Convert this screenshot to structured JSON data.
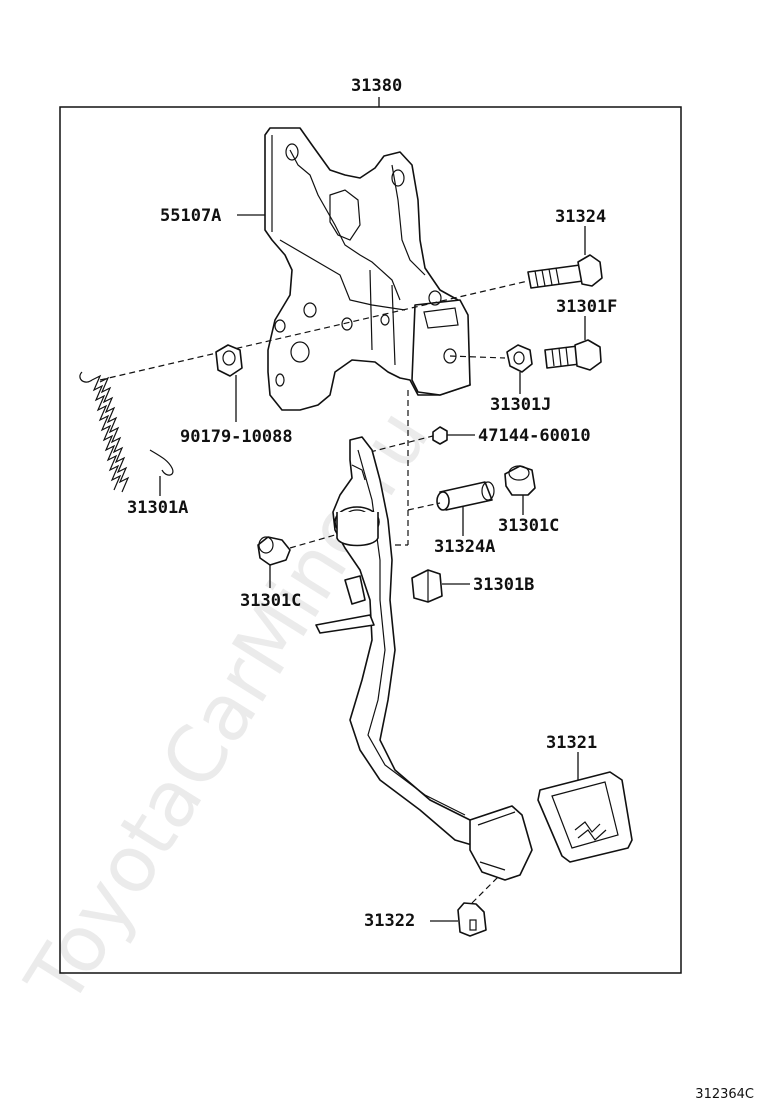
{
  "diagram": {
    "assembly_label": "31380",
    "reference_code": "312364C",
    "watermark": "ToyotaCarMine.ru"
  },
  "labels": {
    "bracket": "55107A",
    "bolt": "31324",
    "bolt_flange": "31301F",
    "nut": "31301J",
    "collar_nut": "90179-10088",
    "clip_nut": "47144-60010",
    "spring": "31301A",
    "bushing_right": "31301C",
    "collar": "31324A",
    "bushing_left": "31301C",
    "stopper_cushion": "31301B",
    "pedal_pad": "31321",
    "stopper": "31322"
  }
}
